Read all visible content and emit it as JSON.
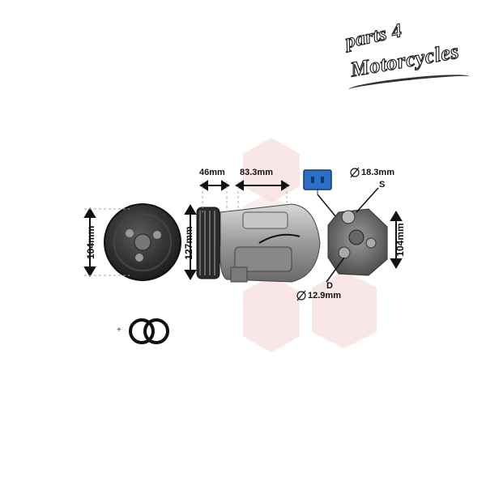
{
  "logo": {
    "line1": "parts 4",
    "line2": "Motorcycles"
  },
  "dimensions": {
    "clutch_height": "104mm",
    "pulley_height": "127mm",
    "pulley_width": "46mm",
    "body_length": "83.3mm",
    "head_height": "104mm",
    "suction_diameter": "18.3mm",
    "discharge_diameter": "12.9mm"
  },
  "ports": {
    "suction_label": "S",
    "discharge_label": "D"
  },
  "accessory": {
    "plus_label": "+"
  },
  "colors": {
    "connector": "#2d6fc4",
    "watermark": "#f4d5d5",
    "metal": "#8a8a8a"
  }
}
